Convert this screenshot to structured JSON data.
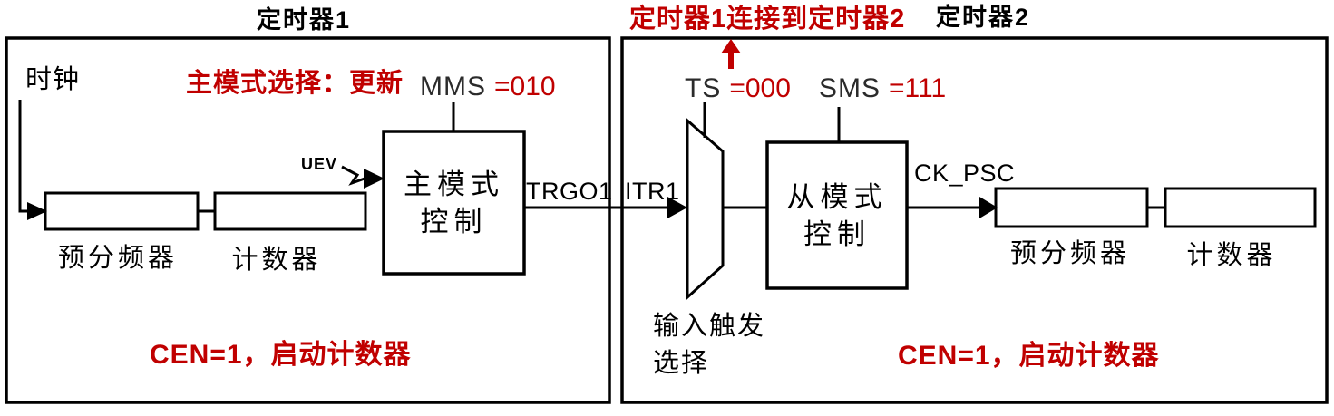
{
  "colors": {
    "accent_red": "#c00000",
    "line_black": "#000000"
  },
  "timer1": {
    "title": "定时器1",
    "clock_label": "时钟",
    "mode_note": "主模式选择：更新",
    "mms_label": "MMS",
    "mms_value": "=010",
    "uev_label": "UEV",
    "master_block": {
      "line1": "主模式",
      "line2": "控制"
    },
    "prescaler_label": "预分频器",
    "counter_label": "计数器",
    "trgo_label": "TRGO1",
    "cen_note": "CEN=1，启动计数器"
  },
  "link": {
    "note": "定时器1连接到定时器2"
  },
  "timer2": {
    "title": "定时器2",
    "ts_label": "TS",
    "ts_value": "=000",
    "sms_label": "SMS",
    "sms_value": "=111",
    "itr_label": "ITR1",
    "slave_block": {
      "line1": "从模式",
      "line2": "控制"
    },
    "trigger_selector": {
      "line1": "输入触发",
      "line2": "选择"
    },
    "ck_psc_label": "CK_PSC",
    "prescaler_label": "预分频器",
    "counter_label": "计数器",
    "cen_note": "CEN=1，启动计数器"
  }
}
